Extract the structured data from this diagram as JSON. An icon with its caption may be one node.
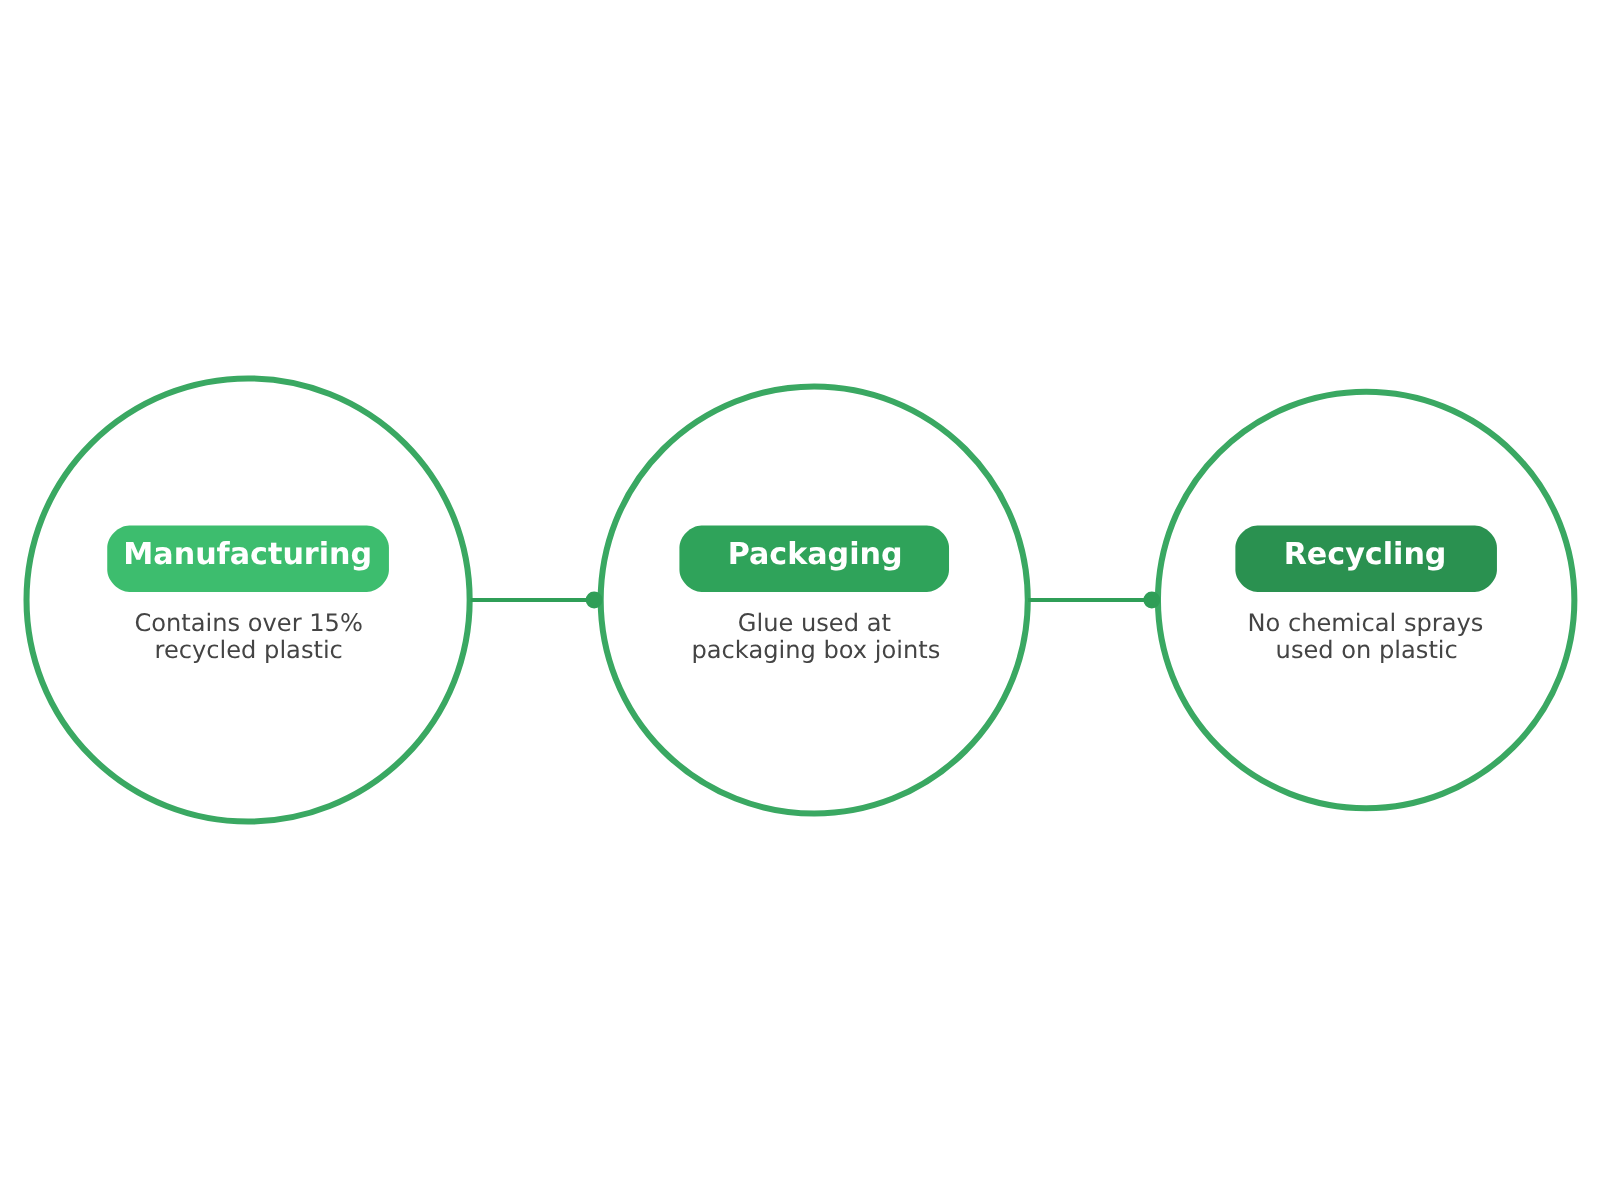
{
  "diagram": {
    "nodes": [
      {
        "text": [
          "Manufacturing",
          "Contains over 15% recycled plastic"
        ]
      },
      {
        "text": [
          "Packaging",
          "Glue used at packaging box joints"
        ]
      },
      {
        "text": [
          "Recycling",
          "No chemical sprays used on plastic"
        ]
      }
    ],
    "edges": [
      {
        "from": 0,
        "to": 1,
        "arrow": "other"
      },
      {
        "from": 1,
        "to": 2,
        "arrow": "other"
      }
    ]
  }
}
